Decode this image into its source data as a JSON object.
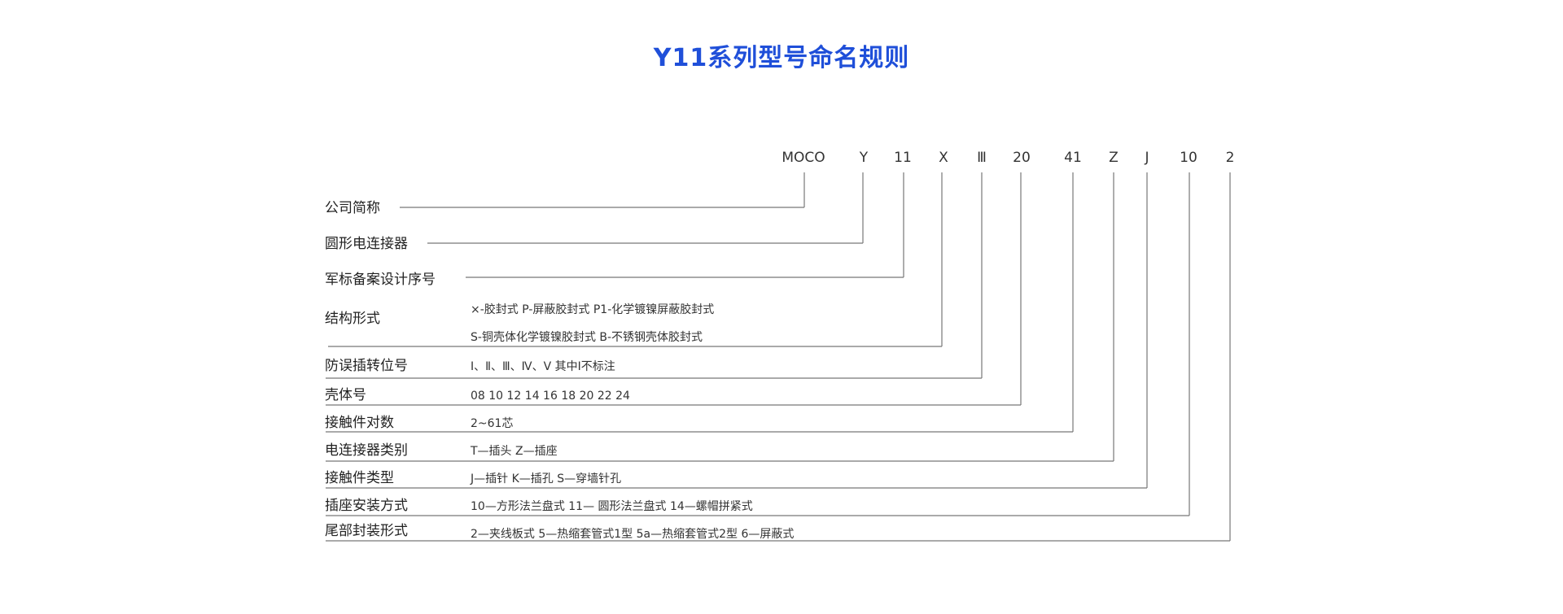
{
  "title": "Y11系列型号命名规则",
  "codes": [
    "MOCO",
    "Y",
    "11",
    "X",
    "Ⅲ",
    "20",
    "41",
    "Z",
    "J",
    "10",
    "2"
  ],
  "rows": [
    {
      "label": "公司简称",
      "options": []
    },
    {
      "label": "圆形电连接器",
      "options": []
    },
    {
      "label": "军标备案设计序号",
      "options": []
    },
    {
      "label": "结构形式",
      "options": [
        "×-胶封式    P-屏蔽胶封式    P1-化学镀镍屏蔽胶封式",
        "S-铜壳体化学镀镍胶封式    B-不锈钢壳体胶封式"
      ]
    },
    {
      "label": "防误插转位号",
      "options": [
        "Ⅰ、Ⅱ、Ⅲ、Ⅳ、Ⅴ  其中Ⅰ不标注"
      ]
    },
    {
      "label": "壳体号",
      "options": [
        "08  10  12  14  16  18  20  22  24"
      ]
    },
    {
      "label": "接触件对数",
      "options": [
        "2~61芯"
      ]
    },
    {
      "label": "电连接器类别",
      "options": [
        "T—插头    Z—插座"
      ]
    },
    {
      "label": "接触件类型",
      "options": [
        "J—插针    K—插孔    S—穿墙针孔"
      ]
    },
    {
      "label": "插座安装方式",
      "options": [
        "10—方形法兰盘式    11— 圆形法兰盘式    14—螺帽拼紧式"
      ]
    },
    {
      "label": "尾部封装形式",
      "options": [
        "2—夹线板式    5—热缩套管式1型    5a—热缩套管式2型    6—屏蔽式"
      ]
    }
  ]
}
